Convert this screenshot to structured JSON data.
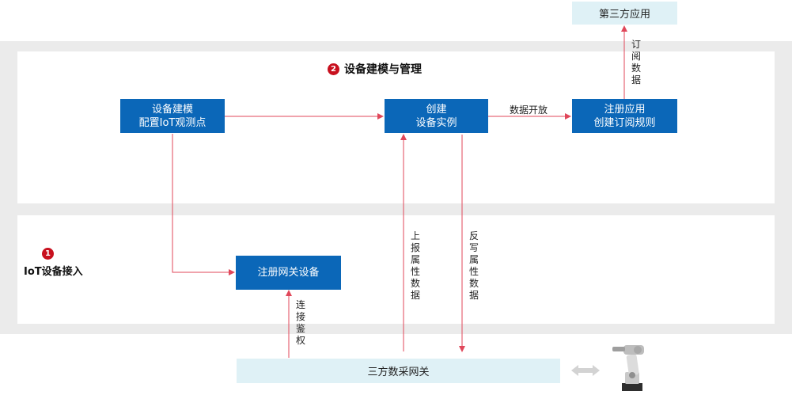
{
  "colors": {
    "arrow": "#e0475a",
    "box": "#0b67b8",
    "light_box": "#dff1f6",
    "badge": "#c8101e",
    "band": "#ebebeb"
  },
  "third_party_app": "第三方应用",
  "section_modeling": {
    "number": "2",
    "title": "设备建模与管理"
  },
  "section_access": {
    "number": "1",
    "title": "IoT设备接入"
  },
  "boxes": {
    "device_model": {
      "line1": "设备建模",
      "line2": "配置IoT观测点"
    },
    "create_instance": {
      "line1": "创建",
      "line2": "设备实例"
    },
    "register_app": {
      "line1": "注册应用",
      "line2": "创建订阅规则"
    },
    "register_gateway": {
      "line1": "注册网关设备"
    }
  },
  "gateway_bar": "三方数采网关",
  "labels": {
    "subscribe_data": "订阅数据",
    "data_open": "数据开放",
    "report_attr": "上报属性数据",
    "writeback_attr": "反写属性数据",
    "connect_auth": "连接鉴权"
  },
  "icons": {
    "bidirectional": "double-arrow-icon",
    "robot": "robot-arm-icon"
  }
}
